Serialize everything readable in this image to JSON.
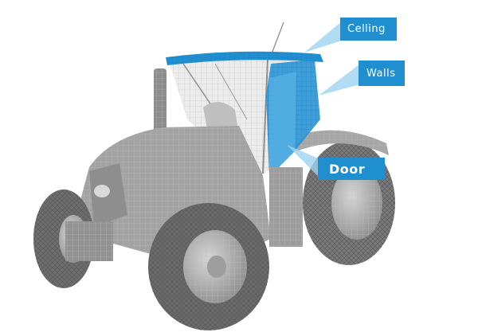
{
  "labels": {
    "ceiling": "Celling",
    "walls": "Walls",
    "door": "Door"
  },
  "colors": {
    "highlight": "#1f8fd0",
    "body": "#9c9c9c",
    "tire": "#6e6e6e",
    "wire": "#c9c9c9"
  }
}
